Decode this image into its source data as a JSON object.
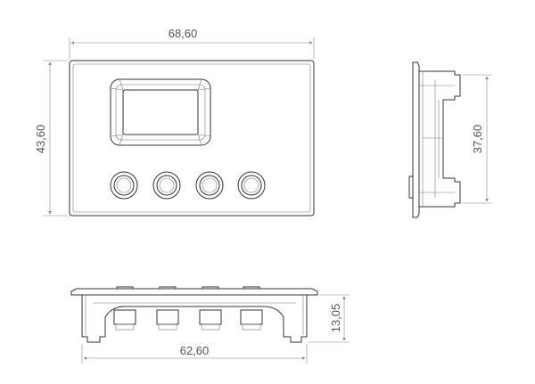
{
  "dimensions": {
    "front_width": "68,60",
    "front_height": "43,60",
    "side_height": "37,60",
    "bottom_depth": "13,05",
    "bottom_width": "62,60"
  },
  "views": [
    "front-view",
    "side-view",
    "bottom-view"
  ],
  "button_count": 4
}
